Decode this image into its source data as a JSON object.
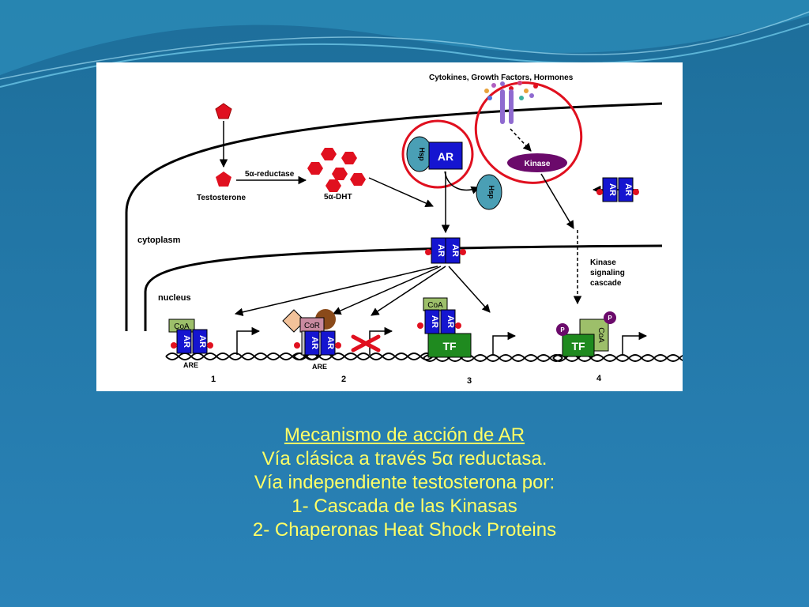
{
  "figure": {
    "labels": {
      "cytokines": "Cytokines, Growth Factors, Hormones",
      "hsp": "Hsp",
      "ar": "AR",
      "kinase": "Kinase",
      "reductase": "5α-reductase",
      "testosterone": "Testosterone",
      "dht": "5α-DHT",
      "cytoplasm": "cytoplasm",
      "kinase_cascade_1": "Kinase",
      "kinase_cascade_2": "signaling",
      "kinase_cascade_3": "cascade",
      "nucleus": "nucleus",
      "coa": "CoA",
      "cor": "CoR",
      "tf": "TF",
      "are": "ARE",
      "p": "P",
      "num1": "1",
      "num2": "2",
      "num3": "3",
      "num4": "4"
    }
  },
  "caption": {
    "title": "Mecanismo de acción de AR",
    "line1": "Vía clásica a través 5α reductasa.",
    "line2": "Vía independiente testosterona por:",
    "line3": "1- Cascada de las Kinasas",
    "line4": "2- Chaperonas Heat Shock Proteins"
  },
  "colors": {
    "ar_blue": "#1515d0",
    "hsp_teal": "#4a9fb5",
    "kinase_purple": "#6b0a6b",
    "red": "#e0101f",
    "coa_green": "#9dbf6a",
    "tf_green": "#1f8a1f",
    "caption_yellow": "#ffff66"
  }
}
